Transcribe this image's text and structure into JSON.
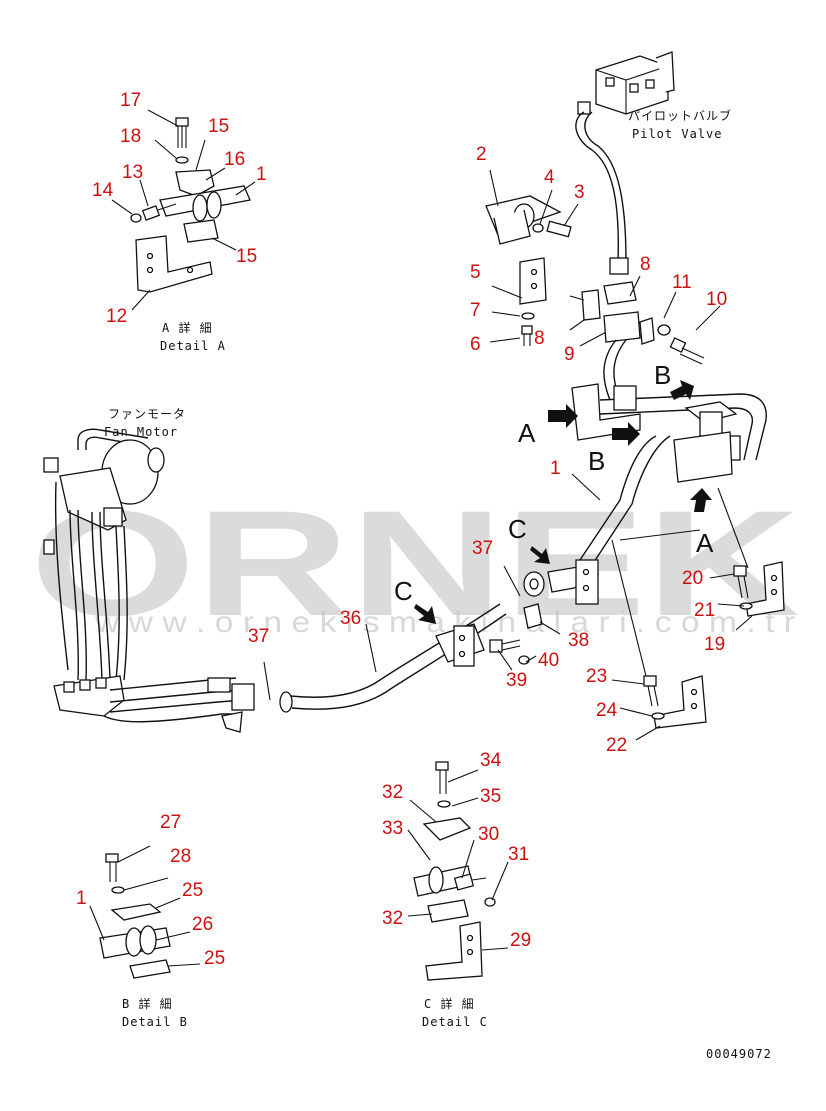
{
  "watermark": {
    "brand": "ORNEK",
    "url": "w w w . o r n e k i s m a k i n a l a r i . c o m . t r"
  },
  "drawing_id": "00049072",
  "labels": {
    "pilot_valve_jp": "パイロットバルブ",
    "pilot_valve_en": "Pilot Valve",
    "fan_motor_jp": "ファンモータ",
    "fan_motor_en": "Fan Motor",
    "detail_a_jp": "A 詳 細",
    "detail_a_en": "Detail A",
    "detail_b_jp": "B 詳 細",
    "detail_b_en": "Detail B",
    "detail_c_jp": "C 詳 細",
    "detail_c_en": "Detail C"
  },
  "view_letters": [
    "A",
    "B",
    "B",
    "C",
    "A",
    "C"
  ],
  "callouts": {
    "c17": "17",
    "c15a": "15",
    "c18": "18",
    "c16": "16",
    "c13": "13",
    "c1a": "1",
    "c14": "14",
    "c15b": "15",
    "c12": "12",
    "c2": "2",
    "c4": "4",
    "c3": "3",
    "c5": "5",
    "c8a": "8",
    "c7": "7",
    "c11": "11",
    "c10": "10",
    "c6": "6",
    "c8b": "8",
    "c9": "9",
    "c1b": "1",
    "c37a": "37",
    "c20": "20",
    "c21": "21",
    "c19": "19",
    "c36": "36",
    "c37b": "37",
    "c38": "38",
    "c40": "40",
    "c39": "39",
    "c23": "23",
    "c24": "24",
    "c22": "22",
    "c34": "34",
    "c32a": "32",
    "c35": "35",
    "c33": "33",
    "c30": "30",
    "c31": "31",
    "c32b": "32",
    "c29": "29",
    "c27": "27",
    "c28": "28",
    "c1c": "1",
    "c25a": "25",
    "c26": "26",
    "c25b": "25"
  }
}
